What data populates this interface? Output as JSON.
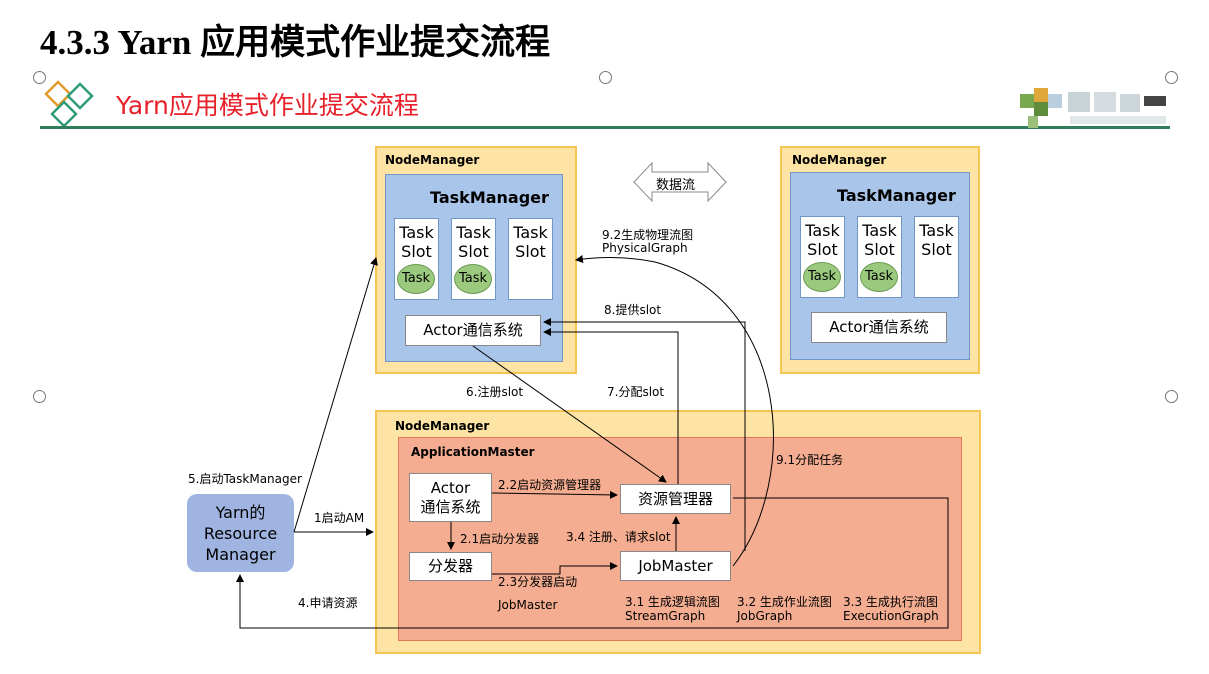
{
  "page_title": "4.3.3 Yarn 应用模式作业提交流程",
  "slide_title": "Yarn应用模式作业提交流程",
  "node_manager_label": "NodeManager",
  "task_manager_label": "TaskManager",
  "slot_label_1": "Task",
  "slot_label_2": "Slot",
  "task_label": "Task",
  "actor_system": "Actor通信系统",
  "data_flow": "数据流",
  "application_master": "ApplicationMaster",
  "am_actor_line1": "Actor",
  "am_actor_line2": "通信系统",
  "resource_manager_cn": "资源管理器",
  "dispatcher": "分发器",
  "jobmaster": "JobMaster",
  "yarn_rm": {
    "line1": "Yarn的",
    "line2": "Resource",
    "line3": "Manager"
  },
  "steps": {
    "s1": "1启动AM",
    "s2_1": "2.1启动分发器",
    "s2_2": "2.2启动资源管理器",
    "s2_3": "2.3分发器启动",
    "s2_3b": "JobMaster",
    "s3_1a": "3.1 生成逻辑流图",
    "s3_1b": "StreamGraph",
    "s3_2a": "3.2 生成作业流图",
    "s3_2b": "JobGraph",
    "s3_3a": "3.3 生成执行流图",
    "s3_3b": "ExecutionGraph",
    "s3_4": "3.4 注册、请求slot",
    "s4": "4.申请资源",
    "s5": "5.启动TaskManager",
    "s6": "6.注册slot",
    "s7": "7.分配slot",
    "s8": "8.提供slot",
    "s9_1": "9.1分配任务",
    "s9_2a": "9.2生成物理流图",
    "s9_2b": "PhysicalGraph"
  },
  "colors": {
    "title_red": "#e8202a",
    "rule_green": "#2e7d5b",
    "node_manager_fill": "#fde4a4",
    "task_manager_fill": "#a9c6ea",
    "application_master_fill": "#f4ad90",
    "task_fill": "#9bc97e",
    "yarn_fill": "#9fb4e0"
  }
}
